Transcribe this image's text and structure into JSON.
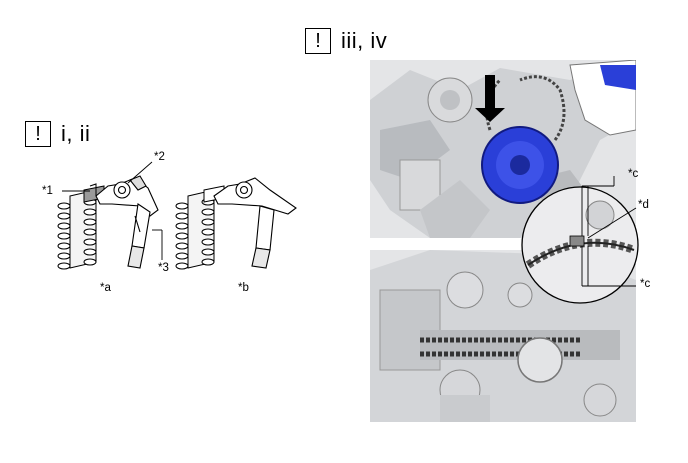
{
  "headers": {
    "left": {
      "icon": "exclamation-box-icon",
      "symbol": "!",
      "text": "i, ii"
    },
    "right": {
      "icon": "exclamation-box-icon",
      "symbol": "!",
      "text": "iii, iv"
    }
  },
  "callouts": {
    "c1": "*1",
    "c2": "*2",
    "c3": "*3",
    "ca": "*a",
    "cb": "*b",
    "cc_top": "*c",
    "cd": "*d",
    "cc_bottom": "*c"
  },
  "colors": {
    "accent_blue": "#2a3fd8",
    "line": "#000000",
    "photo_bg": "#e6e7e9"
  }
}
